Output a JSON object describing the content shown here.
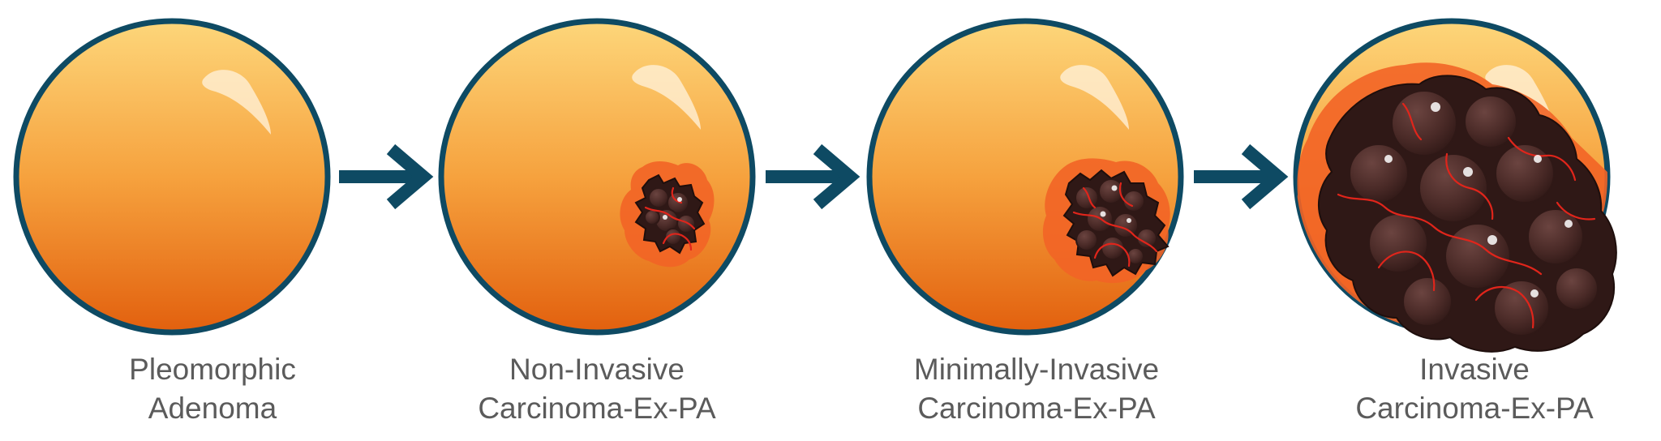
{
  "colors": {
    "sphere_top": "#fdd67a",
    "sphere_mid": "#f6a23e",
    "sphere_bottom": "#e2600e",
    "outline": "#0e4a63",
    "arrow": "#0e4a63",
    "tumor": "#4a2a27",
    "tumor_dark": "#2f1816",
    "tumor_halo": "#f26426",
    "vessel": "#e0251b",
    "highlight": "#fff1d8",
    "label_text": "#5b5b5b"
  },
  "stages": [
    {
      "line1": "Pleomorphic",
      "line2": "Adenoma",
      "tumor": "none"
    },
    {
      "line1": "Non-Invasive",
      "line2": "Carcinoma-Ex-PA",
      "tumor": "small"
    },
    {
      "line1": "Minimally-Invasive",
      "line2": "Carcinoma-Ex-PA",
      "tumor": "medium"
    },
    {
      "line1": "Invasive",
      "line2": "Carcinoma-Ex-PA",
      "tumor": "large"
    }
  ],
  "arrows": [
    {
      "from": "Pleomorphic Adenoma",
      "to": "Non-Invasive Carcinoma-Ex-PA",
      "icon": "arrow-right-icon"
    },
    {
      "from": "Non-Invasive Carcinoma-Ex-PA",
      "to": "Minimally-Invasive Carcinoma-Ex-PA",
      "icon": "arrow-right-icon"
    },
    {
      "from": "Minimally-Invasive Carcinoma-Ex-PA",
      "to": "Invasive Carcinoma-Ex-PA",
      "icon": "arrow-right-icon"
    }
  ]
}
